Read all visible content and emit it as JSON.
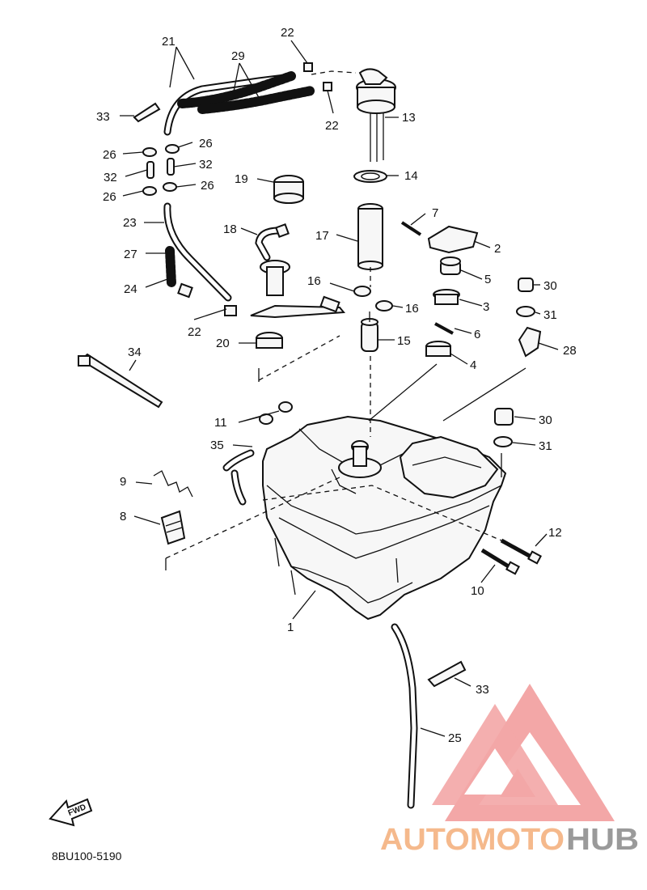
{
  "diagram": {
    "drawing_code": "8BU100-5190",
    "fwd_label": "FWD",
    "watermark": {
      "part1": "AUTOMOTO",
      "part2": "HUB",
      "color_logo": "#f08a8a",
      "color_text1": "#f5b98c",
      "color_text2": "#9a9a9a"
    },
    "callouts": [
      {
        "id": "c1",
        "label": "1"
      },
      {
        "id": "c2",
        "label": "2"
      },
      {
        "id": "c3",
        "label": "3"
      },
      {
        "id": "c4",
        "label": "4"
      },
      {
        "id": "c5",
        "label": "5"
      },
      {
        "id": "c6",
        "label": "6"
      },
      {
        "id": "c7",
        "label": "7"
      },
      {
        "id": "c8",
        "label": "8"
      },
      {
        "id": "c9",
        "label": "9"
      },
      {
        "id": "c10",
        "label": "10"
      },
      {
        "id": "c11",
        "label": "11"
      },
      {
        "id": "c12",
        "label": "12"
      },
      {
        "id": "c13",
        "label": "13"
      },
      {
        "id": "c14",
        "label": "14"
      },
      {
        "id": "c15",
        "label": "15"
      },
      {
        "id": "c16a",
        "label": "16"
      },
      {
        "id": "c16b",
        "label": "16"
      },
      {
        "id": "c17",
        "label": "17"
      },
      {
        "id": "c18",
        "label": "18"
      },
      {
        "id": "c19",
        "label": "19"
      },
      {
        "id": "c20",
        "label": "20"
      },
      {
        "id": "c21",
        "label": "21"
      },
      {
        "id": "c22a",
        "label": "22"
      },
      {
        "id": "c22b",
        "label": "22"
      },
      {
        "id": "c22c",
        "label": "22"
      },
      {
        "id": "c23",
        "label": "23"
      },
      {
        "id": "c24",
        "label": "24"
      },
      {
        "id": "c25",
        "label": "25"
      },
      {
        "id": "c26a",
        "label": "26"
      },
      {
        "id": "c26b",
        "label": "26"
      },
      {
        "id": "c26c",
        "label": "26"
      },
      {
        "id": "c26d",
        "label": "26"
      },
      {
        "id": "c27",
        "label": "27"
      },
      {
        "id": "c28",
        "label": "28"
      },
      {
        "id": "c29",
        "label": "29"
      },
      {
        "id": "c30a",
        "label": "30"
      },
      {
        "id": "c30b",
        "label": "30"
      },
      {
        "id": "c31a",
        "label": "31"
      },
      {
        "id": "c31b",
        "label": "31"
      },
      {
        "id": "c32a",
        "label": "32"
      },
      {
        "id": "c32b",
        "label": "32"
      },
      {
        "id": "c33a",
        "label": "33"
      },
      {
        "id": "c33b",
        "label": "33"
      },
      {
        "id": "c34",
        "label": "34"
      },
      {
        "id": "c35",
        "label": "35"
      }
    ]
  }
}
